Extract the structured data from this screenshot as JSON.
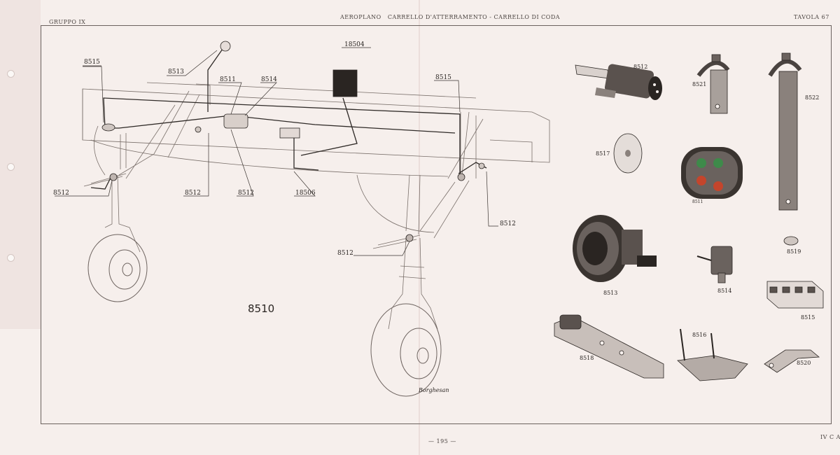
{
  "header": {
    "group": "GRUPPO IX",
    "title": "AEROPLANO   CARRELLO D'ATTERRAMENTO - CARRELLO DI CODA",
    "plate": "TAVOLA 67"
  },
  "footer": {
    "page": "— 195 —",
    "code": "IV C A"
  },
  "assembly": {
    "main_number": "8510",
    "labels": {
      "l8515a": "8515",
      "l8513": "8513",
      "l8511": "8511",
      "l8514": "8514",
      "l18504": "18504",
      "l8515b": "8515",
      "l8512a": "8512",
      "l8512b": "8512",
      "l8512c": "8512",
      "l18506": "18506",
      "l8512d": "8512",
      "l8512e": "8512"
    },
    "signature": "Borghesan"
  },
  "parts": {
    "p8512": "8512",
    "p8521": "8521",
    "p8522": "8522",
    "p8517": "8517",
    "p8511": "8511",
    "p8519": "8519",
    "p8513": "8513",
    "p8514": "8514",
    "p8515": "8515",
    "p8516": "8516",
    "p8518": "8518",
    "p8520": "8520"
  }
}
